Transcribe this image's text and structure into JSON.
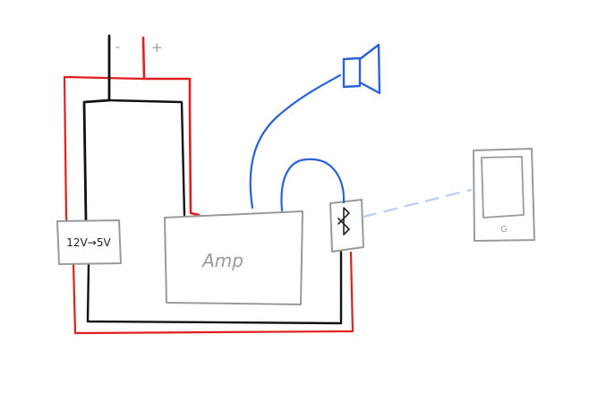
{
  "diagram": {
    "polarity": {
      "negative_label": "-",
      "positive_label": "+"
    },
    "converter": {
      "label": "12V→5V"
    },
    "amp": {
      "label": "Amp"
    },
    "bluetooth": {
      "symbol": "bluetooth-icon"
    },
    "speaker": {
      "symbol": "speaker-icon"
    },
    "phone": {
      "symbol": "smartphone-icon",
      "home_button_label": "G"
    },
    "colors": {
      "positive_wire": "#e02020",
      "ground_wire": "#111111",
      "audio_wire": "#2a62d8",
      "wireless_link": "#b9cdf2",
      "component_outline": "#9a9a9a",
      "component_text": "#9a9a9a",
      "converter_text": "#222222"
    }
  }
}
